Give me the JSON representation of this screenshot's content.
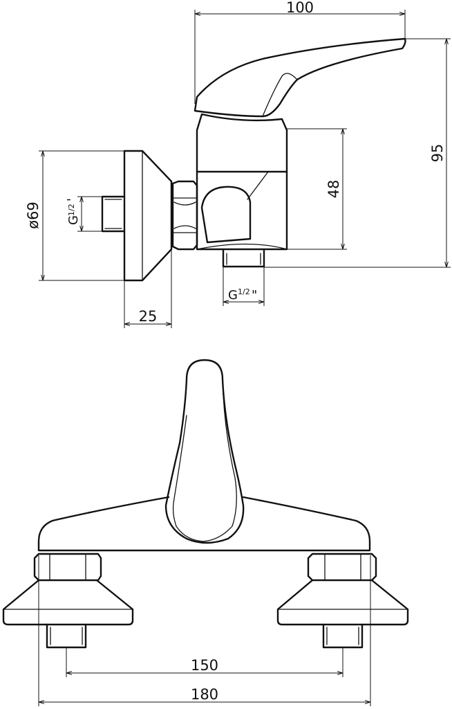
{
  "side_view": {
    "width_label": "100",
    "height_total_label": "95",
    "body_height_label": "48",
    "rosette_diameter_label": "ø69",
    "rosette_depth_label": "25",
    "thread_side": {
      "main": "G",
      "frac": "1/2",
      "suffix": "'"
    },
    "thread_bottom": {
      "main": "G",
      "frac": "1/2",
      "suffix": "\""
    }
  },
  "front_view": {
    "spacing_label": "150",
    "overall_width_label": "180"
  },
  "colors": {
    "line": "#111111",
    "background": "#ffffff"
  }
}
